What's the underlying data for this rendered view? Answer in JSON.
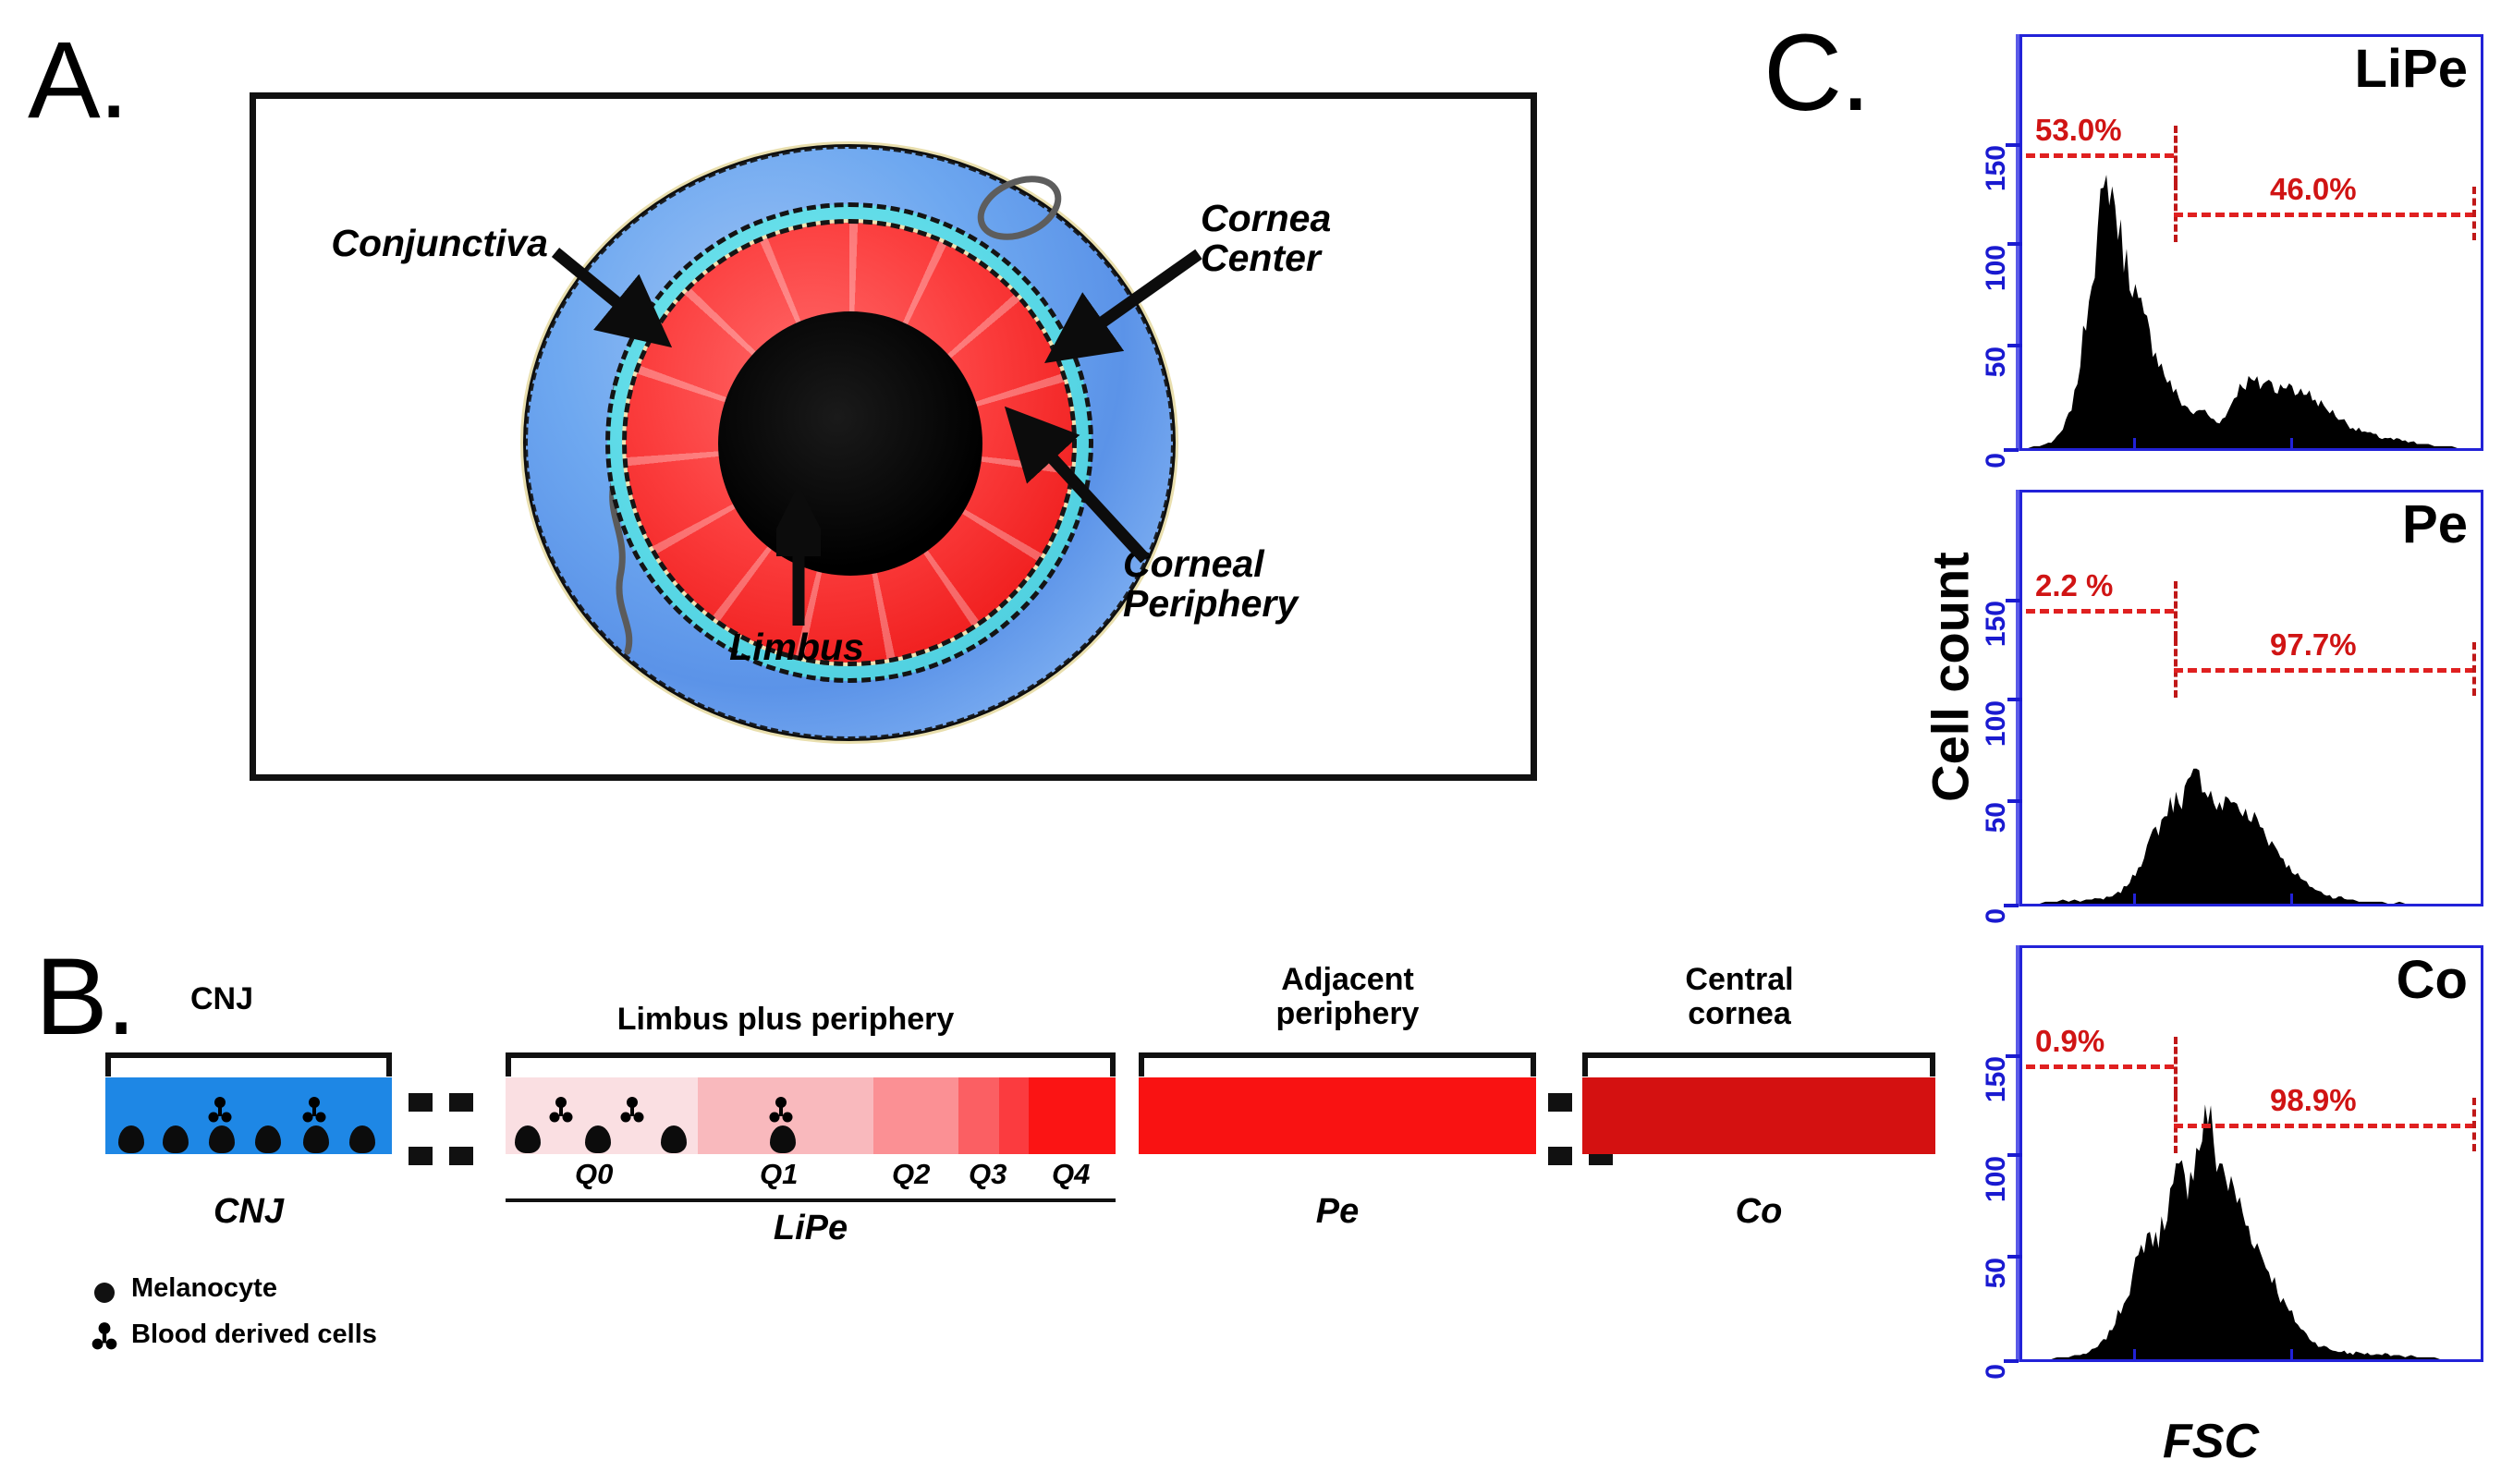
{
  "figure": {
    "panels": [
      {
        "id": "A",
        "letter": "A."
      },
      {
        "id": "B",
        "letter": "B."
      },
      {
        "id": "C",
        "letter": "C."
      }
    ]
  },
  "panelA": {
    "letter": "A.",
    "diagram_name": "eye-anterior-segment-diagram",
    "labels": [
      {
        "name": "conjunctiva",
        "text": "Conjunctiva"
      },
      {
        "name": "cornea-center",
        "text": "Cornea\nCenter"
      },
      {
        "name": "limbus",
        "text": "Limbus"
      },
      {
        "name": "corneal-periphery",
        "text": "Corneal\nPeriphery"
      }
    ],
    "colors": {
      "conjunctiva": "#6ea8f0",
      "limbus": "#59d8e6",
      "cornea": "#f01f1f",
      "pupil": "#000000",
      "frame": "#111111"
    }
  },
  "panelB": {
    "letter": "B.",
    "headers": [
      {
        "name": "header-cnj",
        "text": "CNJ"
      },
      {
        "name": "header-limbus-plus-periphery",
        "text": "Limbus plus periphery"
      },
      {
        "name": "header-adjacent-periphery",
        "text": "Adjacent\nperiphery"
      },
      {
        "name": "header-central-cornea",
        "text": "Central\ncornea"
      }
    ],
    "regions": [
      {
        "name": "region-cnj",
        "label": "CNJ",
        "color": "#1e87e5"
      },
      {
        "name": "region-lipe",
        "label": "LiPe",
        "colors": [
          "#fadfe2",
          "#f9b9bd",
          "#fb9094",
          "#fa5f63",
          "#fb3030",
          "#fb1414"
        ]
      },
      {
        "name": "region-pe",
        "label": "Pe",
        "color": "#f91212"
      },
      {
        "name": "region-co",
        "label": "Co",
        "color": "#d41111"
      }
    ],
    "quadrant_labels": [
      "Q0",
      "Q1",
      "Q2",
      "Q3",
      "Q4"
    ],
    "legend": [
      {
        "name": "legend-melanocyte",
        "icon": "melanocyte-dot-icon",
        "text": "Melanocyte"
      },
      {
        "name": "legend-blood-derived-cells",
        "icon": "blood-derived-cell-icon",
        "text": "Blood derived cells"
      }
    ],
    "cells": {
      "cnj_melanocytes": 6,
      "cnj_blood_cells": 2,
      "lipe_q0_melanocytes": 3,
      "lipe_q0_blood_cells": 2,
      "lipe_q1_melanocytes": 1,
      "lipe_q1_blood_cells": 1
    }
  },
  "panelC": {
    "letter": "C.",
    "y_axis_label": "Cell count",
    "x_axis_label": "FSC",
    "axis_color": "#2222d8",
    "gate_color": "#e02020",
    "y_ticks": [
      "0",
      "50",
      "100",
      "150"
    ]
  },
  "chart_data": [
    {
      "type": "line",
      "name": "histogram-lipe",
      "title": "LiPe",
      "xlabel": "FSC",
      "ylabel": "Cell count",
      "ylim": [
        0,
        200
      ],
      "yticks": [
        0,
        50,
        100,
        150
      ],
      "grid": false,
      "annotations": [
        {
          "name": "gate-left-percent",
          "text": "53.0%",
          "value": 53.0
        },
        {
          "name": "gate-right-percent",
          "text": "46.0%",
          "value": 46.0
        }
      ],
      "values": [
        0,
        0,
        1,
        1,
        2,
        3,
        5,
        9,
        16,
        26,
        42,
        62,
        86,
        104,
        120,
        128,
        118,
        104,
        92,
        80,
        70,
        62,
        55,
        48,
        40,
        33,
        28,
        24,
        21,
        18,
        17,
        19,
        16,
        14,
        13,
        15,
        22,
        27,
        31,
        33,
        32,
        30,
        33,
        31,
        28,
        32,
        30,
        26,
        29,
        27,
        24,
        22,
        20,
        18,
        16,
        14,
        12,
        10,
        9,
        8,
        7,
        6,
        5,
        5,
        4,
        4,
        3,
        3,
        2,
        2,
        2,
        1,
        1,
        1,
        1,
        0,
        0,
        0,
        0,
        0
      ]
    },
    {
      "type": "line",
      "name": "histogram-pe",
      "title": "Pe",
      "xlabel": "FSC",
      "ylabel": "Cell count",
      "ylim": [
        0,
        200
      ],
      "yticks": [
        0,
        50,
        100,
        150
      ],
      "grid": false,
      "annotations": [
        {
          "name": "gate-left-percent",
          "text": "2.2 %",
          "value": 2.2
        },
        {
          "name": "gate-right-percent",
          "text": "97.7%",
          "value": 97.7
        }
      ],
      "values": [
        0,
        0,
        0,
        0,
        1,
        1,
        1,
        2,
        1,
        2,
        1,
        2,
        2,
        3,
        2,
        3,
        4,
        6,
        9,
        13,
        18,
        24,
        30,
        36,
        40,
        45,
        48,
        52,
        55,
        58,
        62,
        59,
        55,
        50,
        47,
        49,
        52,
        48,
        44,
        40,
        43,
        38,
        34,
        30,
        26,
        22,
        18,
        15,
        12,
        10,
        8,
        6,
        5,
        4,
        3,
        3,
        2,
        2,
        1,
        1,
        1,
        1,
        1,
        0,
        0,
        1,
        0,
        0,
        0,
        0,
        0,
        0,
        0,
        0,
        0,
        0,
        0,
        0,
        0,
        0
      ]
    },
    {
      "type": "line",
      "name": "histogram-co",
      "title": "Co",
      "xlabel": "FSC",
      "ylabel": "Cell count",
      "ylim": [
        0,
        200
      ],
      "yticks": [
        0,
        50,
        100,
        150
      ],
      "grid": false,
      "annotations": [
        {
          "name": "gate-left-percent",
          "text": "0.9%",
          "value": 0.9
        },
        {
          "name": "gate-right-percent",
          "text": "98.9%",
          "value": 98.9
        }
      ],
      "values": [
        0,
        0,
        0,
        0,
        0,
        0,
        1,
        1,
        1,
        2,
        2,
        3,
        4,
        6,
        9,
        13,
        18,
        24,
        32,
        40,
        48,
        56,
        62,
        58,
        66,
        74,
        82,
        90,
        86,
        94,
        100,
        110,
        118,
        104,
        96,
        90,
        84,
        78,
        70,
        64,
        58,
        52,
        46,
        40,
        34,
        28,
        23,
        19,
        15,
        12,
        9,
        7,
        6,
        5,
        4,
        4,
        3,
        3,
        3,
        3,
        2,
        3,
        2,
        3,
        2,
        2,
        1,
        2,
        1,
        1,
        1,
        1,
        0,
        0,
        0,
        0,
        0,
        0,
        0,
        0
      ]
    }
  ]
}
